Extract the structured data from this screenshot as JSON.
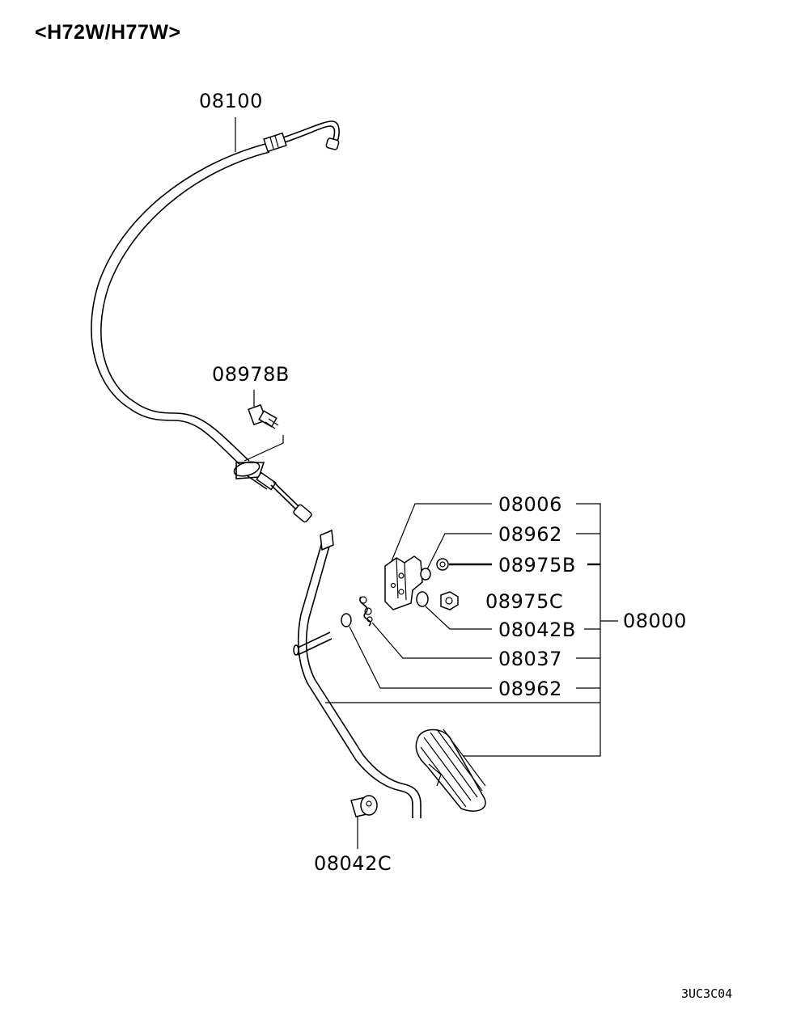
{
  "title": "<H72W/H77W>",
  "diagram_code": "3UC3C04",
  "parts": {
    "cable": "08100",
    "cable_clip": "08978B",
    "bracket": "08006",
    "washer_top": "08962",
    "nut_b": "08975B",
    "nut_c": "08975C",
    "stopper_b": "08042B",
    "spring": "08037",
    "washer_bottom": "08962",
    "assembly": "08000",
    "stopper_c": "08042C"
  }
}
